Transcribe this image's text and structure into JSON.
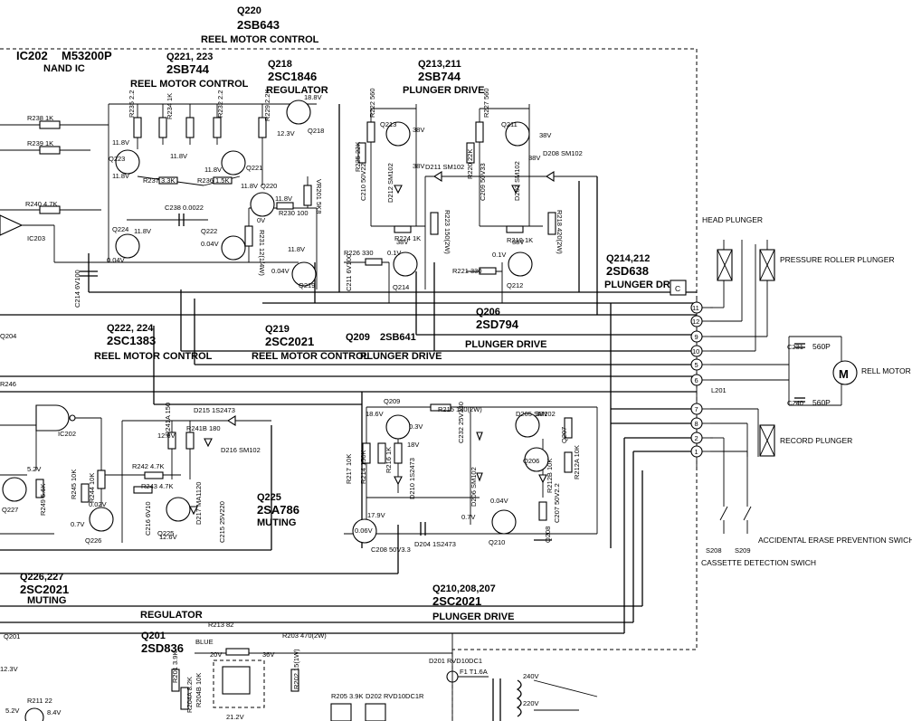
{
  "components": {
    "q220": {
      "ref": "Q220",
      "part": "2SB643",
      "role": "REEL MOTOR CONTROL"
    },
    "ic202": {
      "ref": "IC202",
      "part": "M53200P",
      "role": "NAND IC"
    },
    "q221_223": {
      "ref": "Q221, 223",
      "part": "2SB744",
      "role": "REEL MOTOR CONTROL"
    },
    "q218": {
      "ref": "Q218",
      "part": "2SC1846",
      "role": "REGULATOR"
    },
    "q213_211": {
      "ref": "Q213,211",
      "part": "2SB744",
      "role": "PLUNGER DRIVE"
    },
    "q214_212": {
      "ref": "Q214,212",
      "part": "2SD638",
      "role": "PLUNGER DRIVE"
    },
    "q206": {
      "ref": "Q206",
      "part": "2SD794",
      "role": "PLUNGER DRIVE"
    },
    "q222_224": {
      "ref": "Q222, 224",
      "part": "2SC1383",
      "role": "REEL MOTOR CONTROL"
    },
    "q219": {
      "ref": "Q219",
      "part": "2SC2021",
      "role": "REEL MOTOR CONTROL"
    },
    "q209": {
      "ref": "Q209",
      "part": "2SB641",
      "role": "PLUNGER DRIVE"
    },
    "q225": {
      "ref": "Q225",
      "part": "2SA786",
      "role": "MUTING"
    },
    "q226_227": {
      "ref": "Q226,227",
      "part": "2SC2021",
      "role": "MUTING"
    },
    "q210_208_207": {
      "ref": "Q210,208,207",
      "part": "2SC2021",
      "role": "PLUNGER DRIVE"
    },
    "q201": {
      "ref": "Q201",
      "part": "2SD836"
    }
  },
  "section_labels": {
    "regulator": "REGULATOR"
  },
  "right_side": {
    "head_plunger": "HEAD PLUNGER",
    "pressure_roller_plunger": "PRESSURE ROLLER PLUNGER",
    "rell_motor": "RELL MOTOR",
    "record_plunger": "RECORD PLUNGER",
    "accidental_erase": "ACCIDENTAL ERASE PREVENTION SWICH",
    "cassette_detection": "CASSETTE DETECTION SWICH",
    "c231": "C231",
    "c231_val": "560P",
    "c240": "C240",
    "c240_val": "560P",
    "l201": "L201",
    "s208": "S208",
    "s209": "S209",
    "motor_symbol": "M",
    "c_box": "C"
  },
  "connector_pins": [
    "11",
    "12",
    "9",
    "10",
    "5",
    "6",
    "7",
    "8",
    "2",
    "1"
  ],
  "part_labels": [
    "R238 1K",
    "R239 1K",
    "R240 4.7K",
    "R235 2.2",
    "R234 1K",
    "R232 2.2",
    "R229 2.2K",
    "Q223",
    "Q221",
    "R237 3.3K",
    "R236 1.5K",
    "Q220",
    "R230 100",
    "C238 0.0022",
    "Q224",
    "Q222",
    "Q219",
    "VR201 5K8",
    "R231 12(1/4W)",
    "C214 6V100",
    "IC203",
    "Q218",
    "R225 22K",
    "C210 50V22",
    "D212 SM102",
    "D211 SM102",
    "R222 560",
    "Q213",
    "R223 150(2W)",
    "R224 1K",
    "R226 330",
    "C211 6V100",
    "Q214",
    "R227 560",
    "Q211",
    "D208 SM102",
    "R220 22K",
    "C209 50V33",
    "D207 SM102",
    "R219 1K",
    "R221 330",
    "Q212",
    "R218 420(2W)",
    "D215 1S2473",
    "R241A 150",
    "R241B 180",
    "D216 SM102",
    "R242 4.7K",
    "R244 10K",
    "R243 4.7K",
    "R245 10K",
    "D217 MA1120",
    "C216 6V10",
    "Q225",
    "C215 25V220",
    "Q226",
    "R249 5.6K",
    "Q227",
    "IC202",
    "R246",
    "Q209",
    "R215 180(2W)",
    "R217 10K",
    "R214 150K",
    "R216 1K",
    "D210 1S2473",
    "C232 25V330",
    "D206 SM102",
    "D205 SM102",
    "Q206",
    "Q207",
    "R212A 10K",
    "R212B 10K",
    "D204 1S2473",
    "C208 50V3.3",
    "Q210",
    "Q208",
    "C207 50V2.2",
    "R213 82",
    "R203 470(2W)",
    "R202 15(1W)",
    "R201 3.9K",
    "R204A 8.2K",
    "R204B 10K",
    "R205 3.9K",
    "D202 RVD10DC1R",
    "D201 RVD10DC1",
    "F1 T1.6A",
    "BLUE",
    "Q201",
    "R211 22",
    "Q204",
    "202"
  ],
  "voltages": [
    "11.8V",
    "11.8V",
    "11.8V",
    "18.8V",
    "12.3V",
    "11.8V",
    "11.8V",
    "0V",
    "11.8V",
    "0.04V",
    "0.04V",
    "11.8V",
    "11.8V",
    "0.04V",
    "38V",
    "38V",
    "38V",
    "38V",
    "0.1V",
    "38V",
    "0.1V",
    "38V",
    "18.6V",
    "0.3V",
    "18V",
    "38V",
    "12.8V",
    "12.6V",
    "0.02V",
    "0.7V",
    "5.2V",
    "17.9V",
    "0.06V",
    "0.04V",
    "0.7V",
    "20V",
    "36V",
    "21.2V",
    "12.3V",
    "5.2V",
    "8.4V",
    "240V",
    "220V"
  ]
}
